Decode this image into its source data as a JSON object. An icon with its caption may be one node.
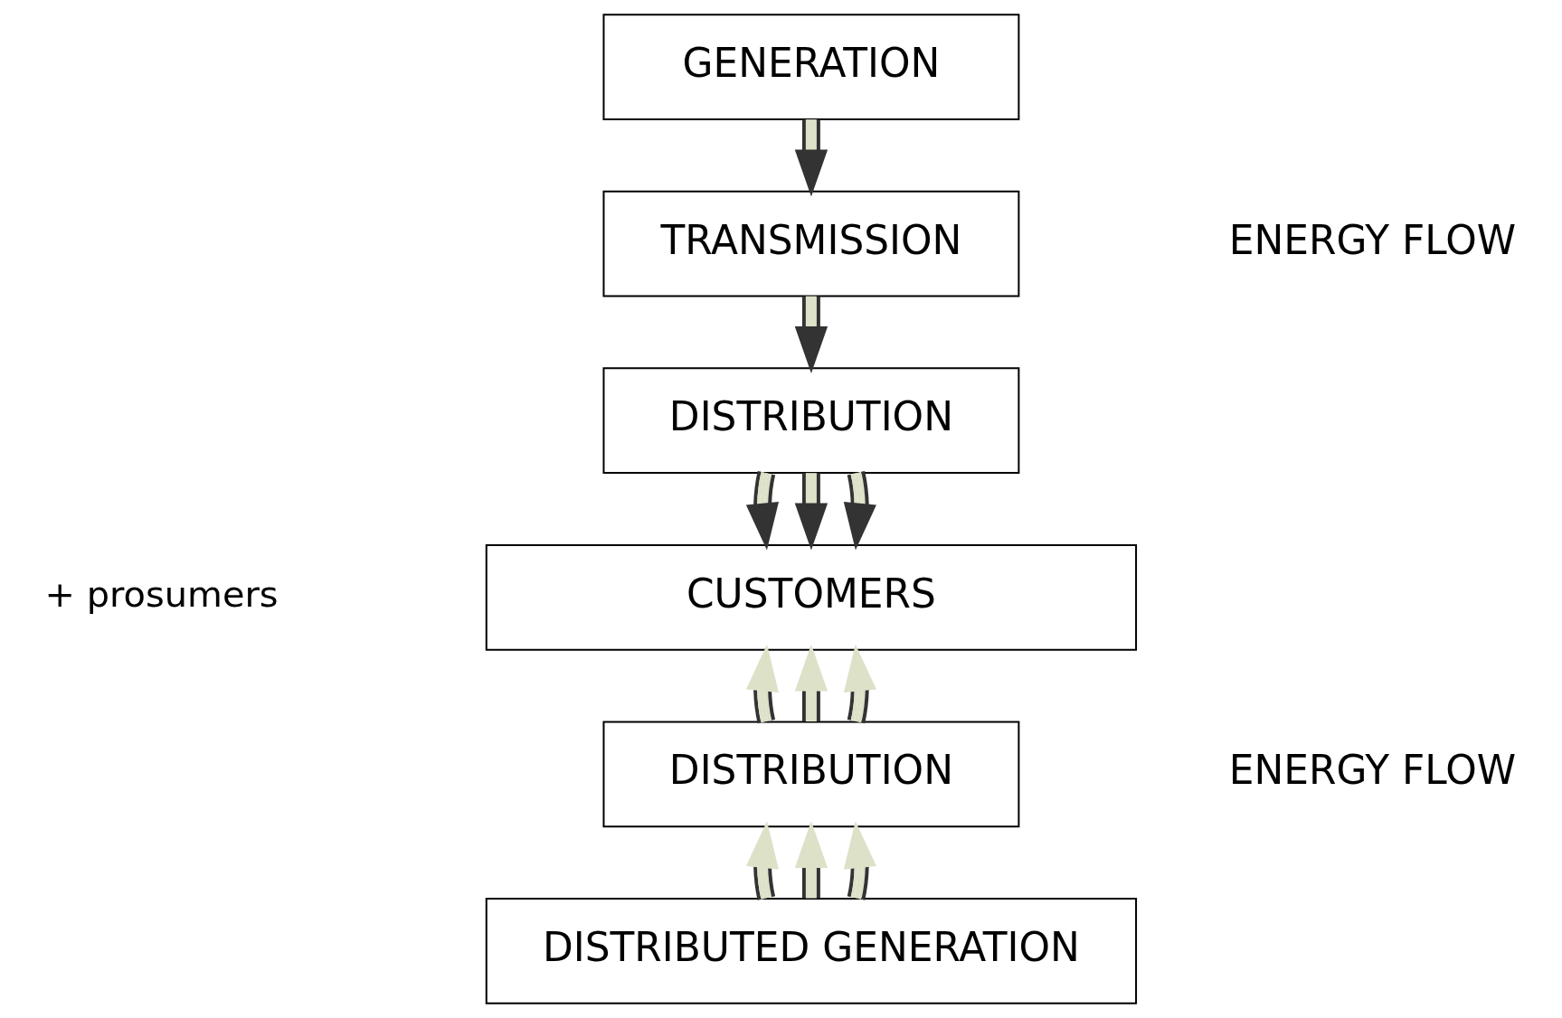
{
  "diagram": {
    "nodes": [
      {
        "text": [
          "GENERATION"
        ]
      },
      {
        "text": [
          "TRANSMISSION"
        ]
      },
      {
        "text": [
          "DISTRIBUTION"
        ]
      },
      {
        "text": [
          "CUSTOMERS"
        ]
      },
      {
        "text": [
          "DISTRIBUTION"
        ]
      },
      {
        "text": [
          "DISTRIBUTED GENERATION"
        ]
      }
    ],
    "edges": [
      {
        "from": 0,
        "to": 1,
        "arrow": "to"
      },
      {
        "from": 1,
        "to": 2,
        "arrow": "to"
      },
      {
        "from": 2,
        "to": 3,
        "arrow": "to"
      },
      {
        "from": 2,
        "to": 3,
        "arrow": "to"
      },
      {
        "from": 2,
        "to": 3,
        "arrow": "to"
      },
      {
        "from": 4,
        "to": 3,
        "arrow": "to"
      },
      {
        "from": 4,
        "to": 3,
        "arrow": "to"
      },
      {
        "from": 4,
        "to": 3,
        "arrow": "to"
      },
      {
        "from": 5,
        "to": 4,
        "arrow": "to"
      },
      {
        "from": 5,
        "to": 4,
        "arrow": "to"
      },
      {
        "from": 5,
        "to": 4,
        "arrow": "to"
      }
    ],
    "labels": [
      "ENERGY FLOW",
      "+ prosumers",
      "ENERGY FLOW"
    ]
  }
}
